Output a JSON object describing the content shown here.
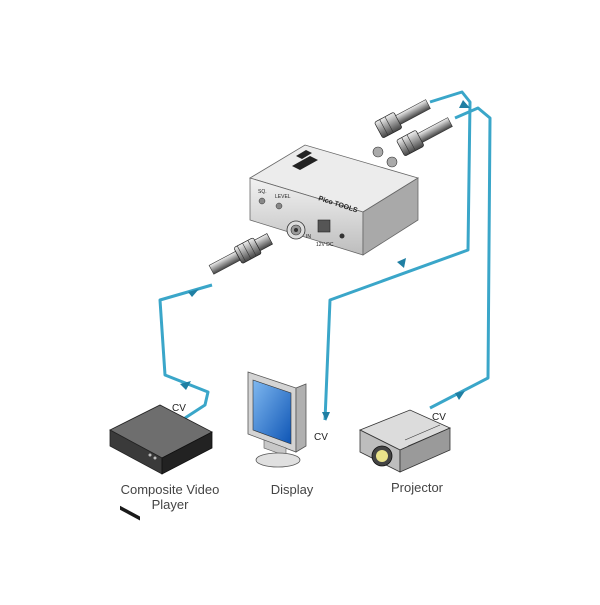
{
  "device": {
    "brand": "Pico TOOLS",
    "labels": {
      "sq": "SQ.",
      "level": "LEVEL",
      "power": "12V DC",
      "input": "IN"
    }
  },
  "nodes": {
    "player": {
      "label_line1": "Composite Video",
      "label_line2": "Player",
      "signal": "CV"
    },
    "display": {
      "label": "Display",
      "signal": "CV"
    },
    "projector": {
      "label": "Projector",
      "signal": "CV"
    }
  },
  "colors": {
    "cable": "#3aa6c9",
    "cable_dark": "#1f7fa3",
    "device_body": "#d9d9d9",
    "screen": "#1f6fd1"
  }
}
